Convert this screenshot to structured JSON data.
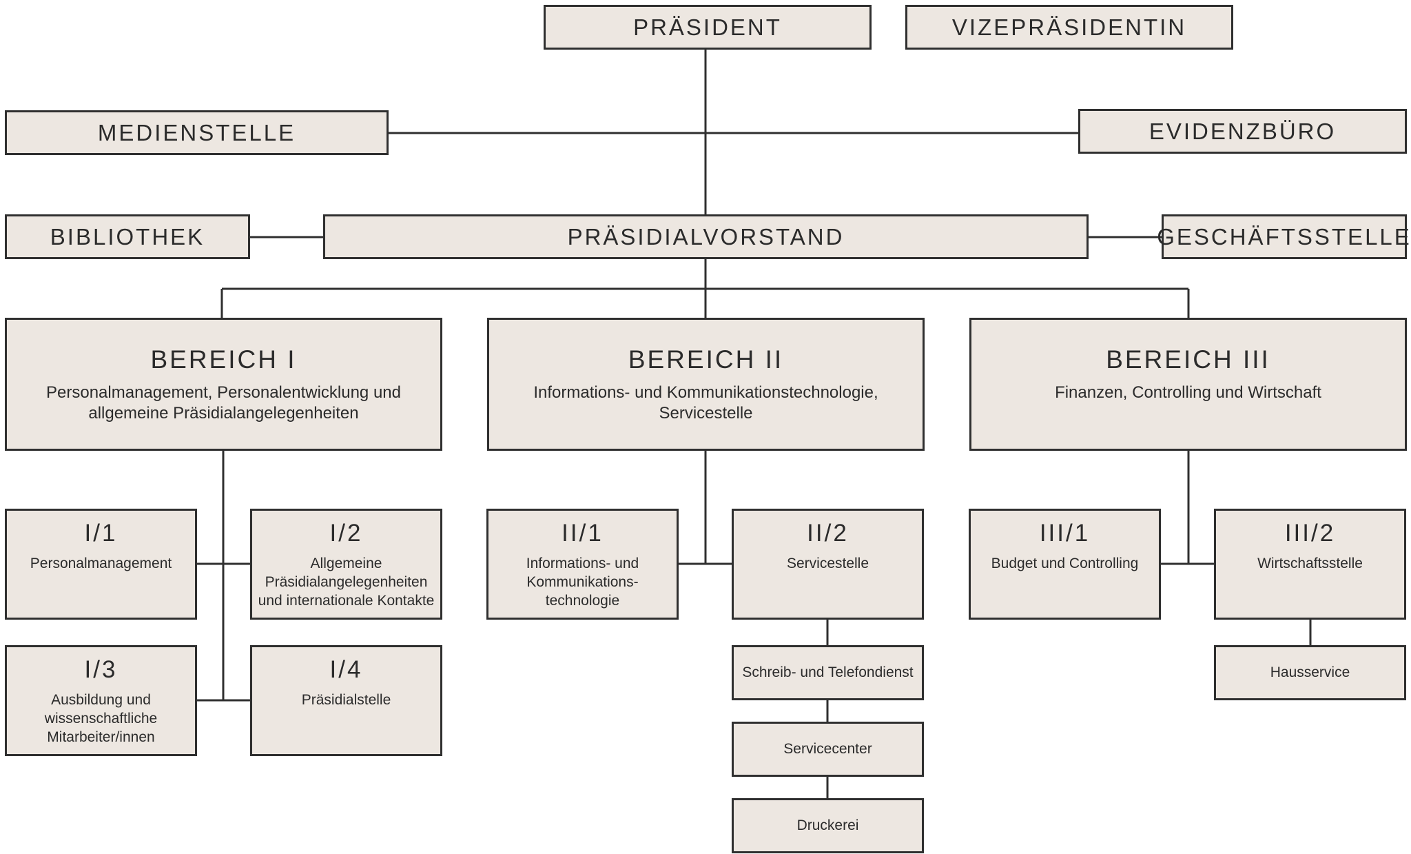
{
  "colors": {
    "box_fill": "#ede7e1",
    "border": "#2f2f2f",
    "line": "#2f2f2f",
    "text": "#2b2b2b"
  },
  "top": {
    "president": "PRÄSIDENT",
    "vice_president": "VIZEPRÄSIDENTIN",
    "media_office": "MEDIENSTELLE",
    "evidence_office": "EVIDENZBÜRO",
    "library": "BIBLIOTHEK",
    "presidium_board": "PRÄSIDIALVORSTAND",
    "registry": "GESCHÄFTSSTELLE"
  },
  "areas": [
    {
      "title": "BEREICH I",
      "subtitle": "Personalmanagement, Personalentwicklung und allgemeine Präsidialangelegenheiten",
      "units": [
        {
          "code": "I/1",
          "name": "Personalmanagement"
        },
        {
          "code": "I/2",
          "name": "Allgemeine Präsidialangelegenheiten und internationale Kontakte"
        },
        {
          "code": "I/3",
          "name": "Ausbildung und wissenschaftliche Mitarbeiter/innen"
        },
        {
          "code": "I/4",
          "name": "Präsidialstelle"
        }
      ]
    },
    {
      "title": "BEREICH II",
      "subtitle": "Informations- und Kommunikationstechnologie, Servicestelle",
      "units": [
        {
          "code": "II/1",
          "name": "Informations- und Kommunikations- technologie"
        },
        {
          "code": "II/2",
          "name": "Servicestelle"
        }
      ],
      "services": [
        "Schreib- und Telefondienst",
        "Servicecenter",
        "Druckerei"
      ]
    },
    {
      "title": "BEREICH III",
      "subtitle": "Finanzen, Controlling und Wirtschaft",
      "units": [
        {
          "code": "III/1",
          "name": "Budget und Controlling"
        },
        {
          "code": "III/2",
          "name": "Wirtschaftsstelle"
        }
      ],
      "services": [
        "Hausservice"
      ]
    }
  ]
}
